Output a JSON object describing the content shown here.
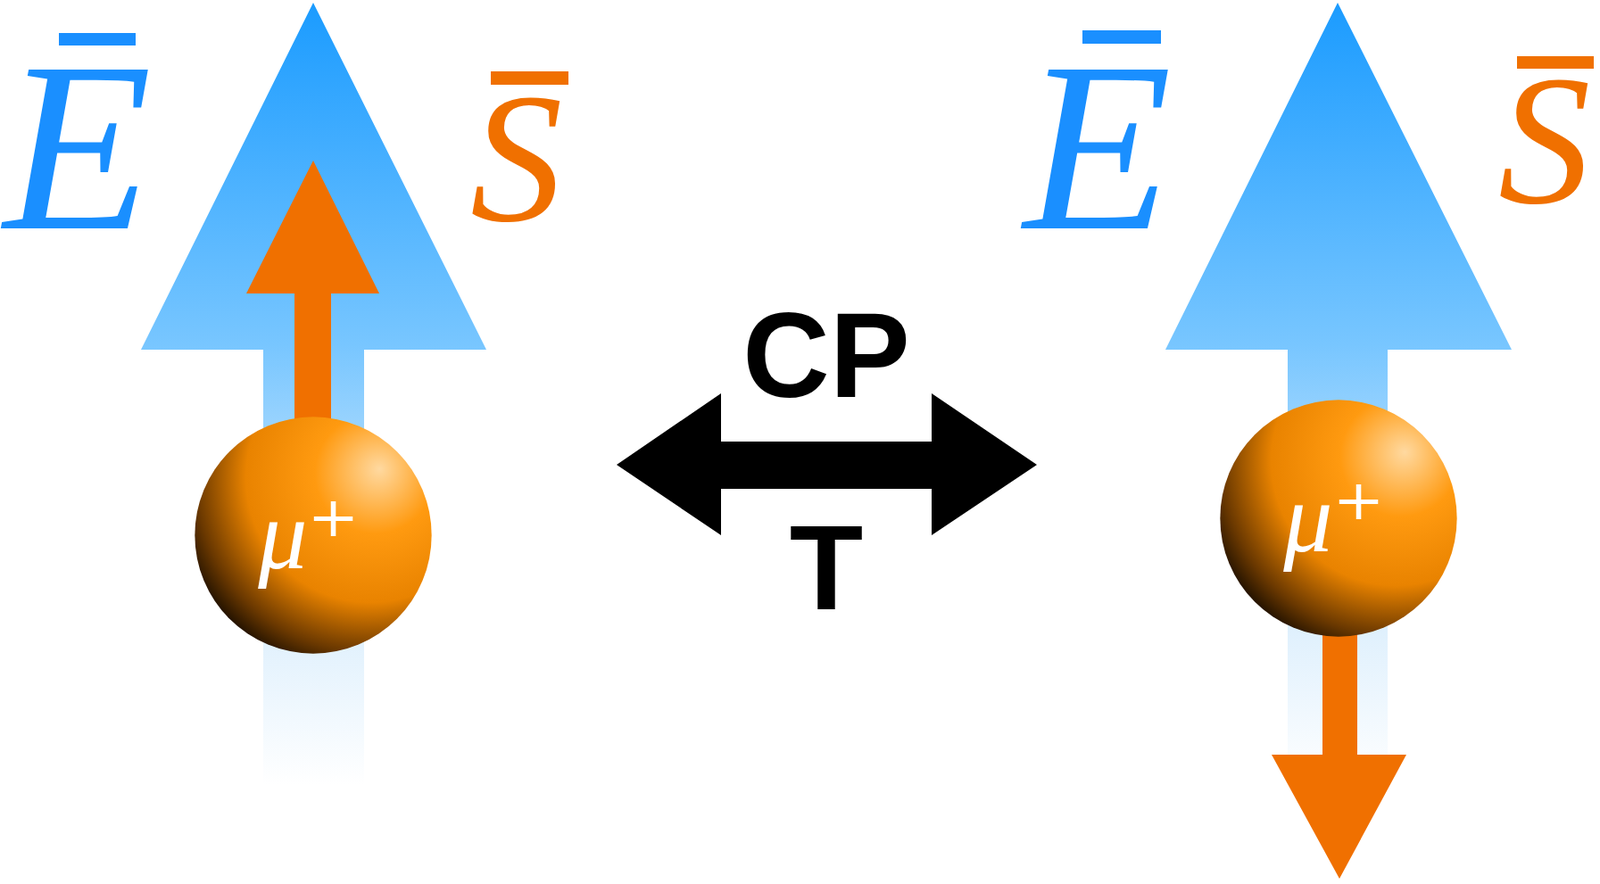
{
  "diagram": {
    "nodes": [
      {
        "text": [
          "μ⁺"
        ]
      },
      {
        "text": [
          "μ⁺"
        ]
      }
    ],
    "labels": [
      "E",
      "S",
      "CP",
      "T",
      "E",
      "S"
    ]
  }
}
